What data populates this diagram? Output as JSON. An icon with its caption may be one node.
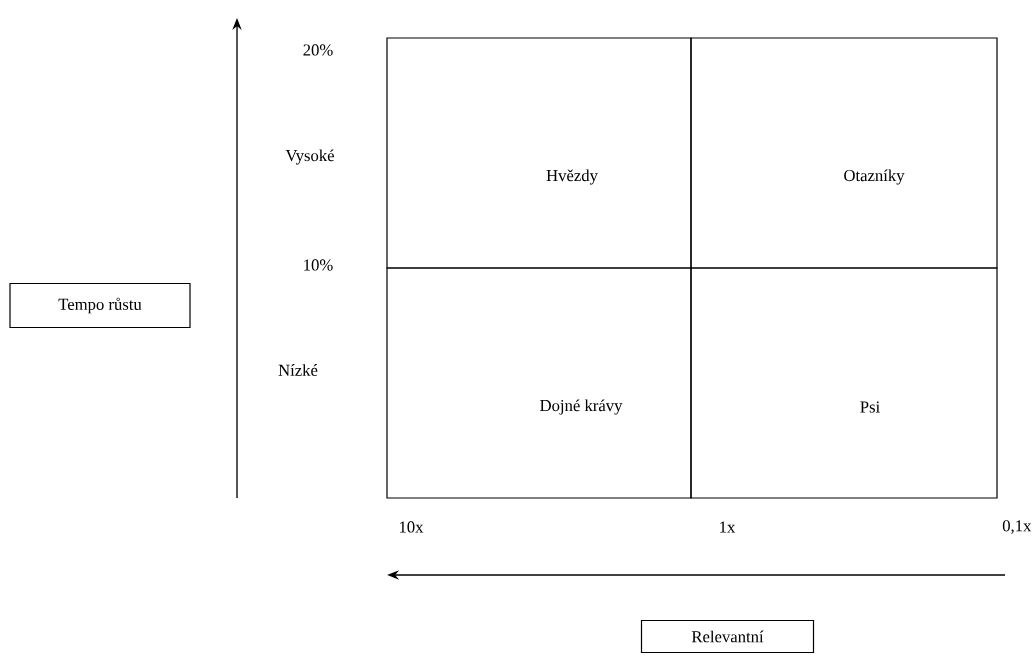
{
  "diagram": {
    "nodes": [
      {
        "text": [
          "Hvězdy"
        ]
      },
      {
        "text": [
          "Otazníky"
        ]
      },
      {
        "text": [
          "Tempo růstu"
        ]
      },
      {
        "text": [
          "Dojné krávy"
        ]
      },
      {
        "text": [
          "Psi"
        ]
      },
      {
        "text": [
          "Relevantní"
        ]
      }
    ],
    "labels": [
      "20%",
      "Vysoké",
      "10%",
      "Nízké",
      "10x",
      "1x",
      "0,1x"
    ]
  }
}
